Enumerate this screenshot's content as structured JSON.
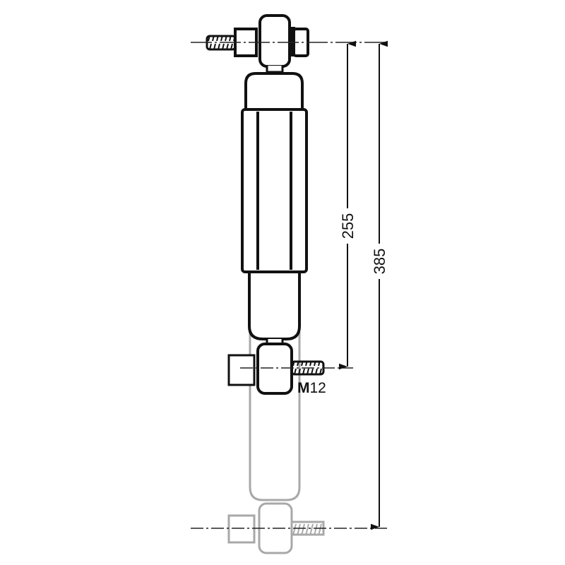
{
  "diagram": {
    "subject": "shock-absorber",
    "dimensions": [
      {
        "value": "255"
      },
      {
        "value": "385"
      }
    ],
    "thread_label": {
      "prefix": "M",
      "size": "12"
    },
    "colors": {
      "line": "#111111",
      "ghost": "#a8a8a8",
      "background": "#ffffff"
    }
  }
}
